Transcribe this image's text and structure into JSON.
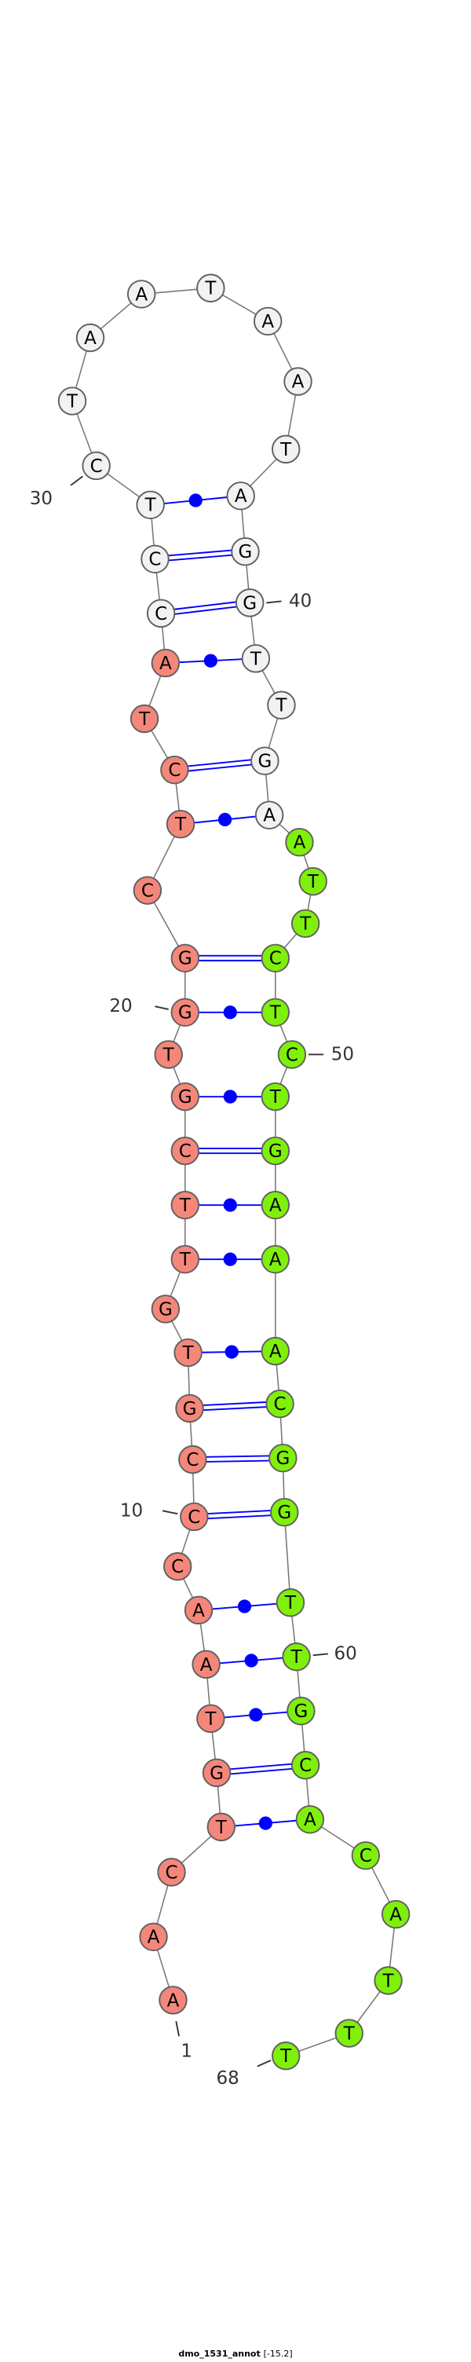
{
  "title": {
    "name": "dmo_1531_annot",
    "energy": "[-15.2]"
  },
  "colors": {
    "region1": "#F4877A",
    "region2": "#F2F2F2",
    "region3": "#7FF00A",
    "backbone": "#777777",
    "pair": "#0000FF",
    "outline": "#606060"
  },
  "regions": [
    {
      "from": 1,
      "to": 26,
      "color_key": "region1"
    },
    {
      "from": 27,
      "to": 44,
      "color_key": "region2"
    },
    {
      "from": 45,
      "to": 68,
      "color_key": "region3"
    }
  ],
  "sequence": [
    "A",
    "A",
    "C",
    "T",
    "G",
    "T",
    "A",
    "A",
    "C",
    "C",
    "C",
    "G",
    "T",
    "G",
    "T",
    "T",
    "C",
    "G",
    "T",
    "G",
    "G",
    "C",
    "T",
    "C",
    "T",
    "A",
    "C",
    "C",
    "T",
    "C",
    "T",
    "A",
    "A",
    "T",
    "A",
    "A",
    "T",
    "A",
    "G",
    "G",
    "T",
    "T",
    "G",
    "A",
    "A",
    "T",
    "T",
    "C",
    "T",
    "C",
    "T",
    "G",
    "A",
    "A",
    "A",
    "C",
    "G",
    "G",
    "T",
    "T",
    "G",
    "C",
    "A",
    "C",
    "A",
    "T",
    "T",
    "T"
  ],
  "pairs": [
    {
      "i": 4,
      "j": 63,
      "type": "wobble"
    },
    {
      "i": 5,
      "j": 62,
      "type": "canonical"
    },
    {
      "i": 6,
      "j": 61,
      "type": "wobble"
    },
    {
      "i": 7,
      "j": 60,
      "type": "wobble"
    },
    {
      "i": 8,
      "j": 59,
      "type": "wobble"
    },
    {
      "i": 10,
      "j": 58,
      "type": "canonical"
    },
    {
      "i": 11,
      "j": 57,
      "type": "canonical"
    },
    {
      "i": 12,
      "j": 56,
      "type": "canonical"
    },
    {
      "i": 13,
      "j": 55,
      "type": "wobble"
    },
    {
      "i": 15,
      "j": 54,
      "type": "wobble"
    },
    {
      "i": 16,
      "j": 53,
      "type": "wobble"
    },
    {
      "i": 17,
      "j": 52,
      "type": "canonical"
    },
    {
      "i": 18,
      "j": 51,
      "type": "wobble"
    },
    {
      "i": 20,
      "j": 49,
      "type": "wobble"
    },
    {
      "i": 21,
      "j": 48,
      "type": "canonical"
    },
    {
      "i": 23,
      "j": 44,
      "type": "wobble"
    },
    {
      "i": 24,
      "j": 43,
      "type": "canonical"
    },
    {
      "i": 26,
      "j": 41,
      "type": "wobble"
    },
    {
      "i": 27,
      "j": 40,
      "type": "canonical"
    },
    {
      "i": 28,
      "j": 39,
      "type": "canonical"
    },
    {
      "i": 29,
      "j": 38,
      "type": "wobble"
    }
  ],
  "position_labels": [
    {
      "pos": 1,
      "text": "1"
    },
    {
      "pos": 10,
      "text": "10"
    },
    {
      "pos": 20,
      "text": "20"
    },
    {
      "pos": 30,
      "text": "30"
    },
    {
      "pos": 40,
      "text": "40"
    },
    {
      "pos": 50,
      "text": "50"
    },
    {
      "pos": 60,
      "text": "60"
    },
    {
      "pos": 68,
      "text": "68"
    }
  ]
}
